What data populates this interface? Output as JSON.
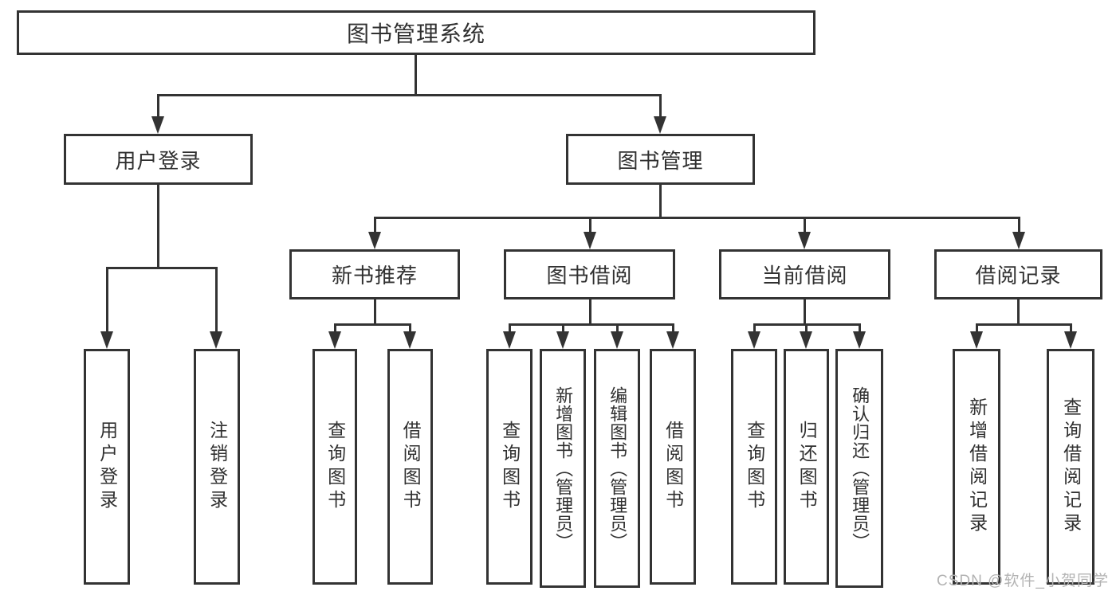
{
  "diagram": {
    "root": "图书管理系统",
    "branches": {
      "user": {
        "label": "用户登录",
        "leaves": [
          "用户登录",
          "注销登录"
        ]
      },
      "mgmt": {
        "label": "图书管理",
        "sections": [
          {
            "label": "新书推荐",
            "leaves": [
              "查询图书",
              "借阅图书"
            ]
          },
          {
            "label": "图书借阅",
            "leaves": [
              "查询图书",
              "新增图书（管理员）",
              "编辑图书（管理员）",
              "借阅图书"
            ]
          },
          {
            "label": "当前借阅",
            "leaves": [
              "查询图书",
              "归还图书",
              "确认归还（管理员）"
            ]
          },
          {
            "label": "借阅记录",
            "leaves": [
              "新增借阅记录",
              "查询借阅记录"
            ]
          }
        ]
      }
    }
  },
  "watermark": "CSDN @软件_小贺同学",
  "colors": {
    "line": "#333333",
    "text": "#303030",
    "background": "#ffffff",
    "watermark": "#b3b3b3"
  }
}
